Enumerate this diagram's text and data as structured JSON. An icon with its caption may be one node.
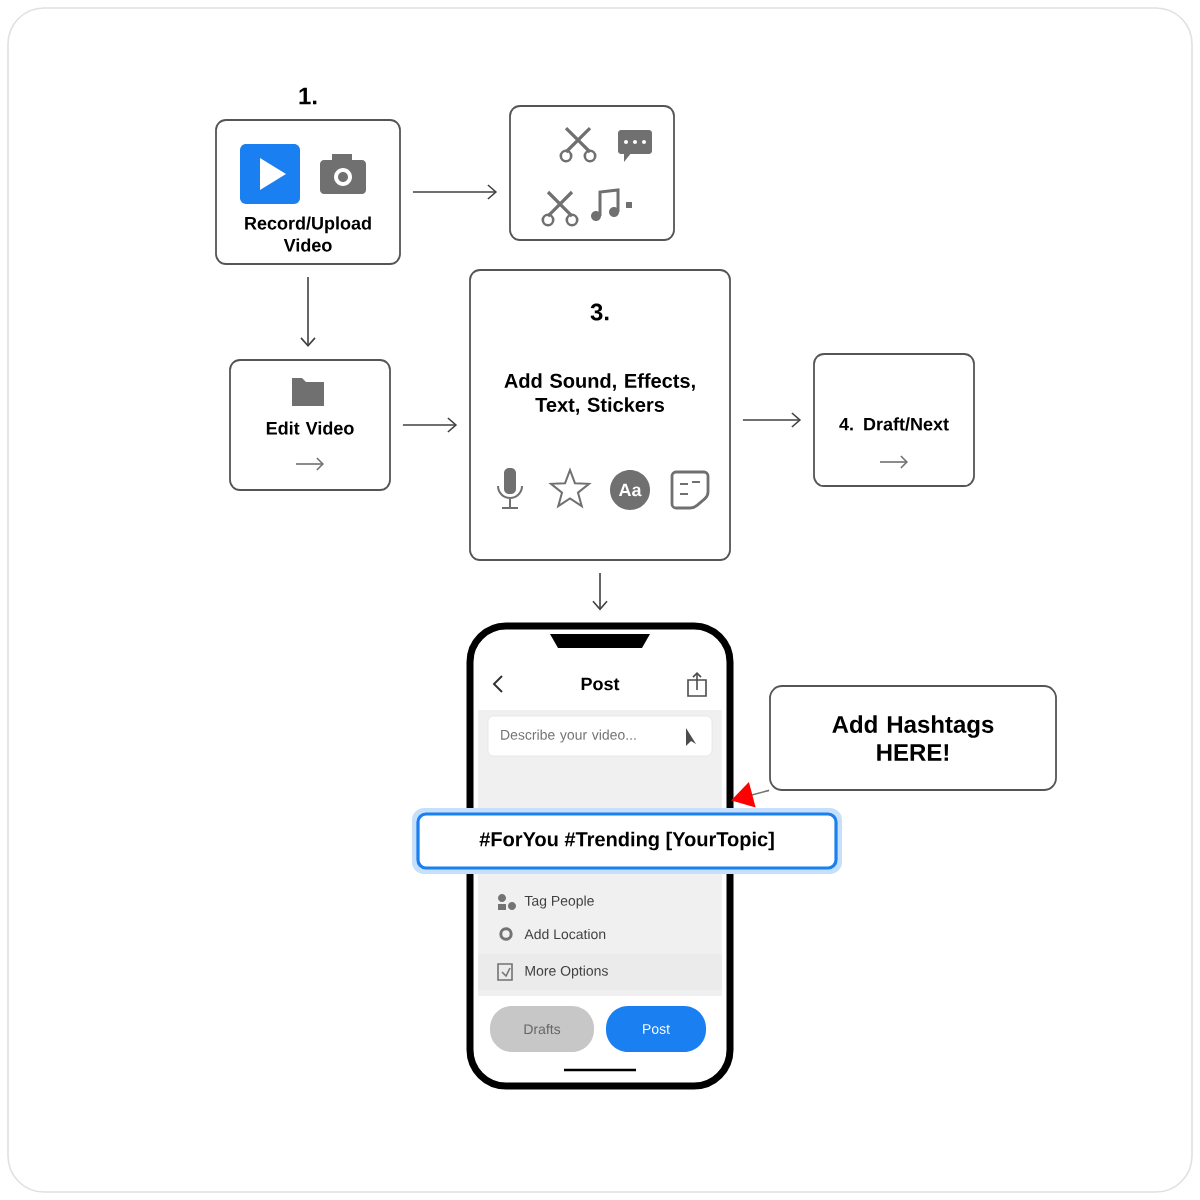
{
  "diagram": {
    "nodes": [
      {
        "text": [
          "1.",
          "Record/Upload Video"
        ]
      },
      {
        "text": [],
        "shape": "box"
      },
      {
        "text": [
          "Edit Video"
        ]
      },
      {
        "text": [
          "3.",
          "Add Sound, Effects, Text, Stickers"
        ]
      },
      {
        "text": [
          "4. Draft/Next"
        ]
      },
      {
        "text": [
          "Post",
          "Describe your video...",
          "Tag People",
          "Add Location",
          "More Options"
        ]
      },
      {
        "text": [
          "Drafts"
        ],
        "in": 5
      },
      {
        "text": [
          "Post"
        ],
        "in": 5
      },
      {
        "text": [
          "#ForYou #Trending [YourTopic]"
        ]
      },
      {
        "text": [
          "Add Hashtags HERE!"
        ]
      }
    ],
    "edges": [
      {
        "from": 0,
        "to": 1,
        "arrow": "to"
      },
      {
        "from": 0,
        "to": 2,
        "arrow": "to"
      },
      {
        "from": 2,
        "to": 3,
        "arrow": "to"
      },
      {
        "from": 3,
        "to": 4,
        "arrow": "to"
      },
      {
        "from": 3,
        "to": 5,
        "arrow": "to"
      },
      {
        "from": 9,
        "to": 8,
        "arrow": "to"
      }
    ],
    "labels": [
      "Aa"
    ]
  }
}
